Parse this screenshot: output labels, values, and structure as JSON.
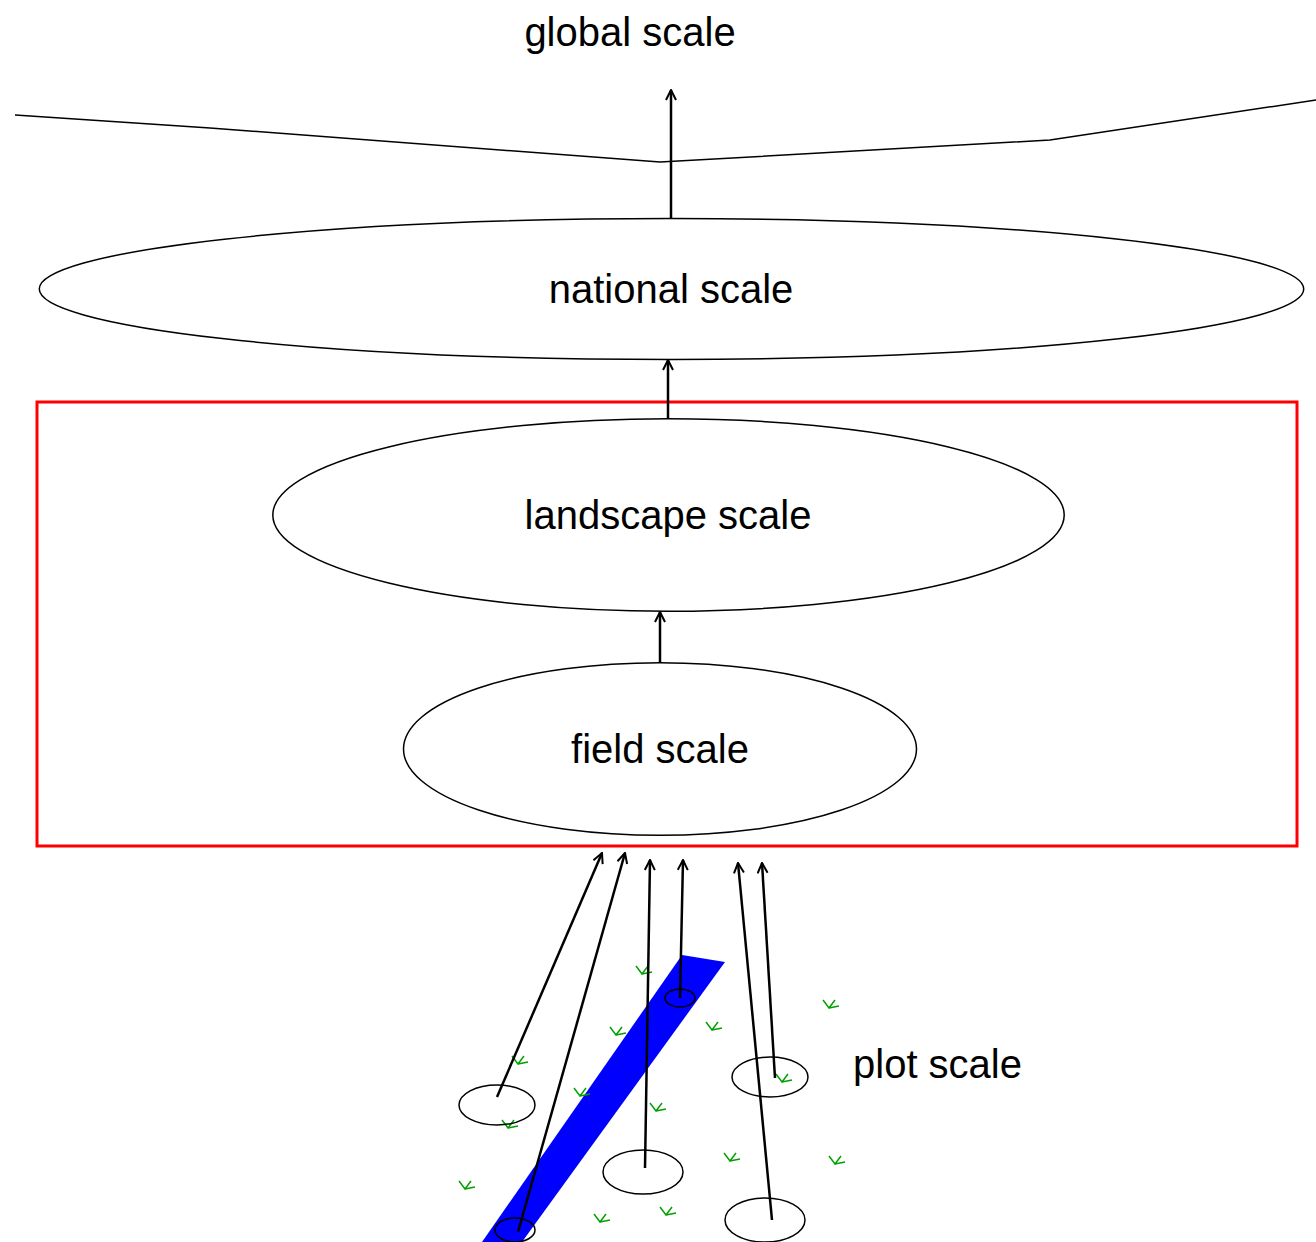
{
  "diagram": {
    "nodes": [
      {
        "text": [
          "global scale"
        ]
      },
      {
        "text": [
          "national scale"
        ]
      },
      {
        "text": [
          "landscape scale"
        ]
      },
      {
        "text": [
          "field scale"
        ]
      }
    ],
    "edges": [
      {
        "from": 3,
        "to": 2,
        "arrow": "to"
      },
      {
        "from": 2,
        "to": 1,
        "arrow": "to"
      },
      {
        "from": 1,
        "to": 0,
        "arrow": "to"
      }
    ],
    "labels": [
      "plot scale"
    ]
  }
}
